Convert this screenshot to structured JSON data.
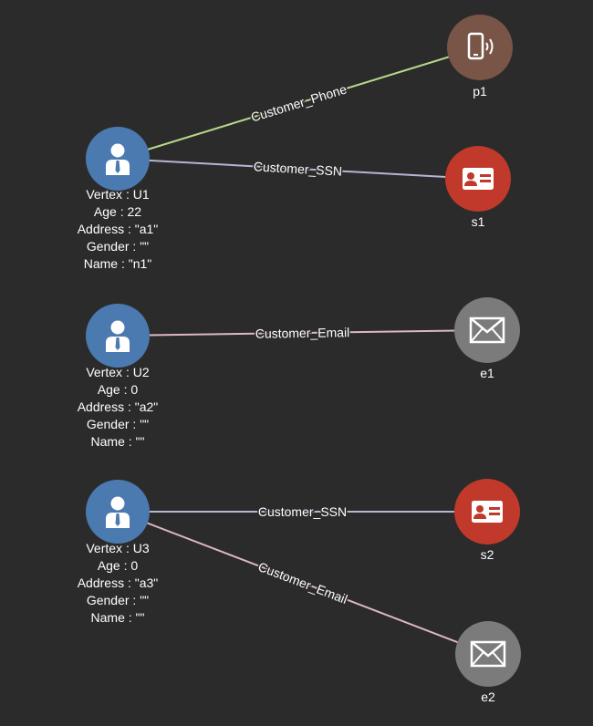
{
  "colors": {
    "background": "#2b2b2b",
    "customer": "#4a7ab0",
    "phone": "#795548",
    "ssn": "#c0392b",
    "email": "#7b7b7b",
    "edge_phone": "#b8d98a",
    "edge_ssn": "#b8b4d4",
    "edge_email": "#dcb8c4"
  },
  "nodes": [
    {
      "id": "u1",
      "icon": "user-icon",
      "kind": "customer",
      "lines": [
        "Vertex : U1",
        "Age : 22",
        "Address : \"a1\"",
        "Gender : \"\"",
        "Name : \"n1\""
      ]
    },
    {
      "id": "u2",
      "icon": "user-icon",
      "kind": "customer",
      "lines": [
        "Vertex : U2",
        "Age : 0",
        "Address : \"a2\"",
        "Gender : \"\"",
        "Name : \"\""
      ]
    },
    {
      "id": "u3",
      "icon": "user-icon",
      "kind": "customer",
      "lines": [
        "Vertex : U3",
        "Age : 0",
        "Address : \"a3\"",
        "Gender : \"\"",
        "Name : \"\""
      ]
    },
    {
      "id": "p1",
      "icon": "phone-icon",
      "kind": "phone",
      "lines": [
        "p1"
      ]
    },
    {
      "id": "s1",
      "icon": "id-card-icon",
      "kind": "ssn",
      "lines": [
        "s1"
      ]
    },
    {
      "id": "e1",
      "icon": "envelope-icon",
      "kind": "email",
      "lines": [
        "e1"
      ]
    },
    {
      "id": "s2",
      "icon": "id-card-icon",
      "kind": "ssn",
      "lines": [
        "s2"
      ]
    },
    {
      "id": "e2",
      "icon": "envelope-icon",
      "kind": "email",
      "lines": [
        "e2"
      ]
    }
  ],
  "edges": [
    {
      "from": "u1",
      "to": "p1",
      "label": "Customer_Phone",
      "kind": "phone"
    },
    {
      "from": "u1",
      "to": "s1",
      "label": "Customer_SSN",
      "kind": "ssn"
    },
    {
      "from": "u2",
      "to": "e1",
      "label": "Customer_Email",
      "kind": "email"
    },
    {
      "from": "u3",
      "to": "s2",
      "label": "Customer_SSN",
      "kind": "ssn"
    },
    {
      "from": "u3",
      "to": "e2",
      "label": "Customer_Email",
      "kind": "email"
    }
  ]
}
